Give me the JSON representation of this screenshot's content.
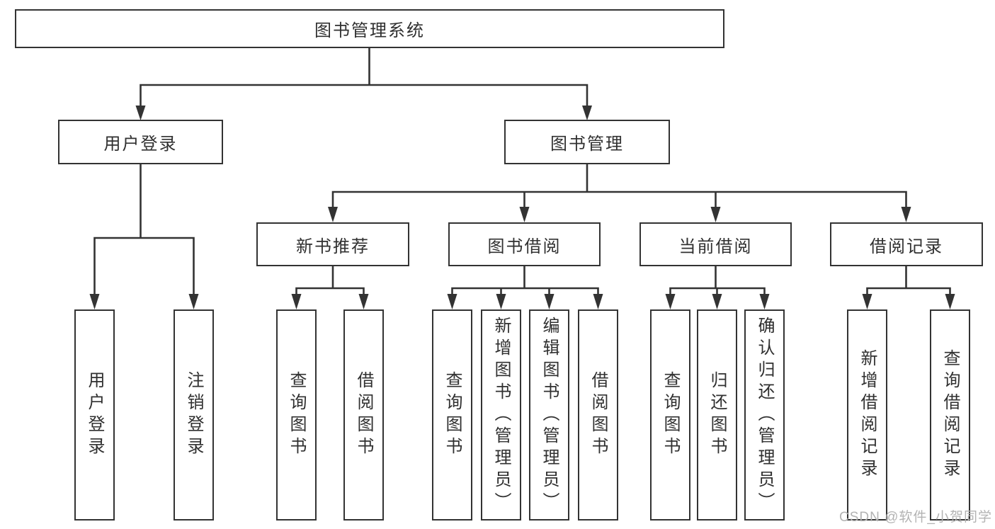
{
  "tree": {
    "label": "图书管理系统",
    "children": [
      {
        "label": "用户登录",
        "children": [
          {
            "label": "用户登录"
          },
          {
            "label": "注销登录"
          }
        ]
      },
      {
        "label": "图书管理",
        "children": [
          {
            "label": "新书推荐",
            "children": [
              {
                "label": "查询图书"
              },
              {
                "label": "借阅图书"
              }
            ]
          },
          {
            "label": "图书借阅",
            "children": [
              {
                "label": "查询图书"
              },
              {
                "label": "新增图书（管理员）"
              },
              {
                "label": "编辑图书（管理员）"
              },
              {
                "label": "借阅图书"
              }
            ]
          },
          {
            "label": "当前借阅",
            "children": [
              {
                "label": "查询图书"
              },
              {
                "label": "归还图书"
              },
              {
                "label": "确认归还（管理员）"
              }
            ]
          },
          {
            "label": "借阅记录",
            "children": [
              {
                "label": "新增借阅记录"
              },
              {
                "label": "查询借阅记录"
              }
            ]
          }
        ]
      }
    ]
  },
  "watermark": {
    "text": "CSDN @软件_小贺同学"
  },
  "colors": {
    "line": "#333333",
    "text": "#303030",
    "watermark": "#b3b3b3",
    "background": "#ffffff"
  }
}
